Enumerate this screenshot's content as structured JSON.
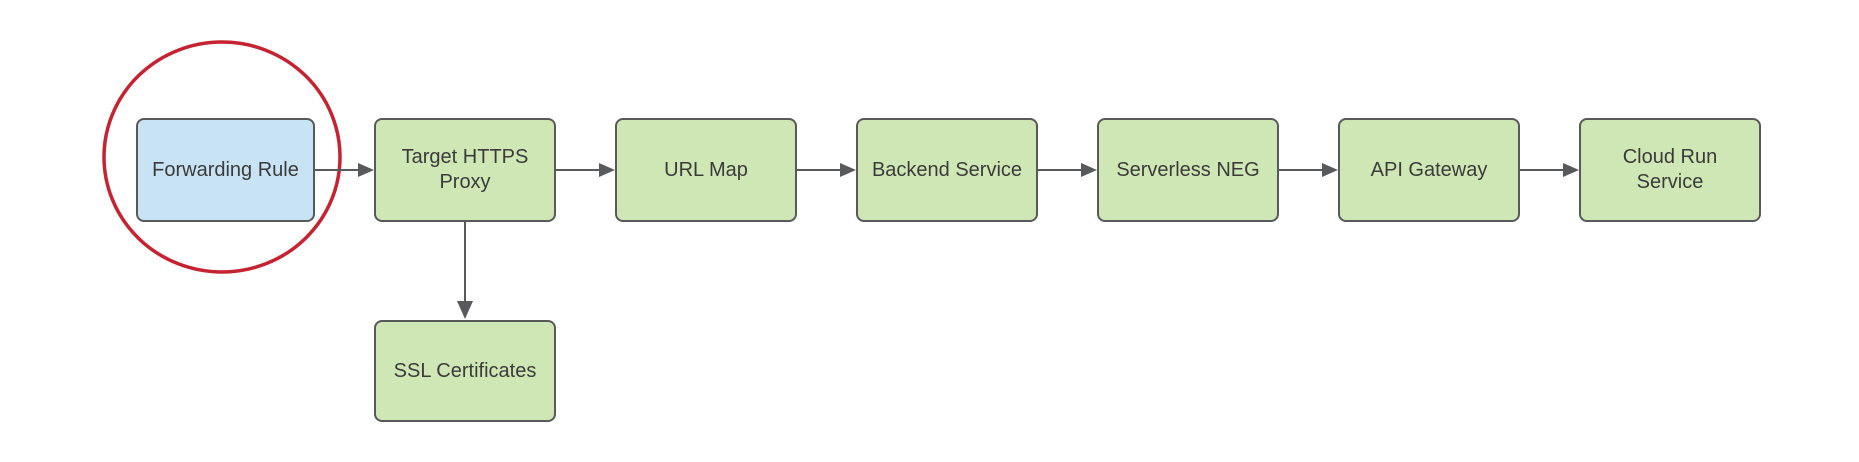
{
  "diagram": {
    "nodes": [
      {
        "id": "forwarding-rule",
        "label": "Forwarding Rule",
        "fill": "#c8e3f3",
        "highlighted": true
      },
      {
        "id": "target-https-proxy",
        "label": "Target HTTPS Proxy",
        "fill": "#cfe7b4",
        "highlighted": false
      },
      {
        "id": "url-map",
        "label": "URL Map",
        "fill": "#cfe7b4",
        "highlighted": false
      },
      {
        "id": "backend-service",
        "label": "Backend Service",
        "fill": "#cfe7b4",
        "highlighted": false
      },
      {
        "id": "serverless-neg",
        "label": "Serverless NEG",
        "fill": "#cfe7b4",
        "highlighted": false
      },
      {
        "id": "api-gateway",
        "label": "API Gateway",
        "fill": "#cfe7b4",
        "highlighted": false
      },
      {
        "id": "cloud-run-service",
        "label": "Cloud Run Service",
        "fill": "#cfe7b4",
        "highlighted": false
      },
      {
        "id": "ssl-certificates",
        "label": "SSL Certificates",
        "fill": "#cfe7b4",
        "highlighted": false
      }
    ],
    "edges": [
      {
        "from": "Forwarding Rule",
        "to": "Target HTTPS Proxy",
        "direction": "right"
      },
      {
        "from": "Target HTTPS Proxy",
        "to": "URL Map",
        "direction": "right"
      },
      {
        "from": "URL Map",
        "to": "Backend Service",
        "direction": "right"
      },
      {
        "from": "Backend Service",
        "to": "Serverless NEG",
        "direction": "right"
      },
      {
        "from": "Serverless NEG",
        "to": "API Gateway",
        "direction": "right"
      },
      {
        "from": "API Gateway",
        "to": "Cloud Run Service",
        "direction": "right"
      },
      {
        "from": "Target HTTPS Proxy",
        "to": "SSL Certificates",
        "direction": "down"
      }
    ],
    "annotation": {
      "shape": "ellipse",
      "highlights": "Forwarding Rule",
      "color": "#c52331"
    },
    "colors": {
      "background": "#ffffff",
      "node_green_fill": "#cfe7b4",
      "node_blue_fill": "#c8e3f3",
      "node_border": "#58595b",
      "arrow": "#58595b",
      "text": "#3b3b3b",
      "highlight_red": "#c52331"
    }
  }
}
